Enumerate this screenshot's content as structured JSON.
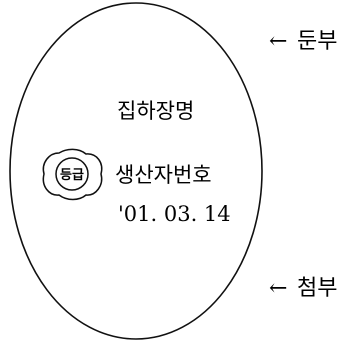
{
  "egg": {
    "stamp": {
      "label": "등급"
    },
    "lines": [
      "집하장명",
      "생산자번호",
      "'01. 03. 14"
    ]
  },
  "callouts": {
    "top": {
      "arrow": "←",
      "label": "둔부"
    },
    "bottom": {
      "arrow": "←",
      "label": "첨부"
    }
  },
  "colors": {
    "line": "#111111",
    "background": "#ffffff"
  }
}
